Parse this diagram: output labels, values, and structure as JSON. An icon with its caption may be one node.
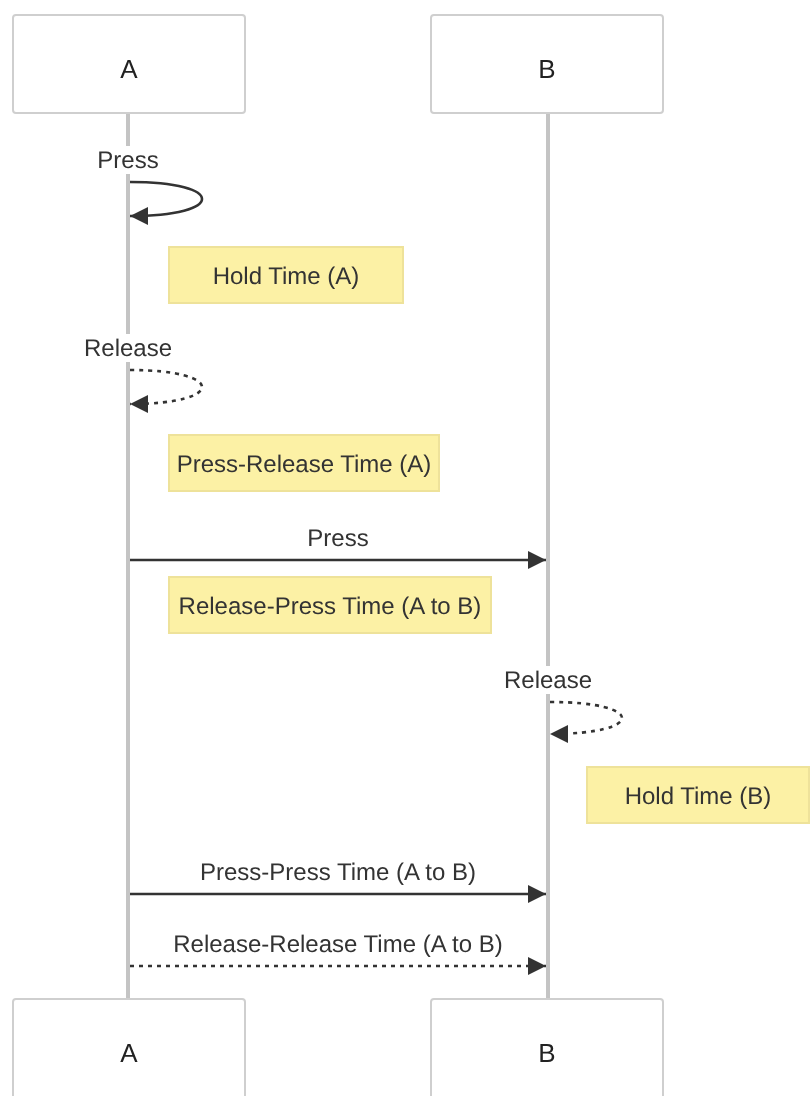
{
  "diagram": {
    "nodes": [
      {
        "text": [
          "A"
        ]
      },
      {
        "text": [
          "B"
        ]
      },
      {
        "text": [],
        "shape": "bar"
      },
      {
        "text": [],
        "shape": "bar"
      },
      {
        "text": [
          "A"
        ]
      },
      {
        "text": [
          "B"
        ]
      },
      {
        "text": [
          "Hold Time (A)"
        ]
      },
      {
        "text": [
          "Press-Release Time (A)"
        ]
      },
      {
        "text": [
          "Release-Press Time (A to B)"
        ]
      },
      {
        "text": [
          "Hold Time (B)"
        ]
      }
    ],
    "edges": [
      {
        "from": 2,
        "to": 2,
        "arrow": "to",
        "label": "Press"
      },
      {
        "from": 2,
        "to": 2,
        "arrow": "to",
        "label": "Release",
        "style": "dashed"
      },
      {
        "from": 2,
        "to": 3,
        "arrow": "to",
        "label": "Press"
      },
      {
        "from": 3,
        "to": 3,
        "arrow": "to",
        "label": "Release",
        "style": "dashed"
      },
      {
        "from": 2,
        "to": 3,
        "arrow": "to",
        "label": "Press-Press Time (A to B)"
      },
      {
        "from": 2,
        "to": 3,
        "arrow": "to",
        "label": "Release-Release Time (A to B)",
        "style": "dashed"
      }
    ]
  }
}
